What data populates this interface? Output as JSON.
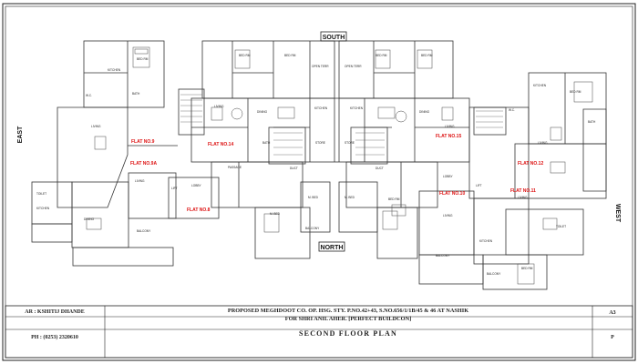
{
  "title_block": {
    "architect": "AR : KSHITIJ DHANDE",
    "phone": "PH : (0253) 2320610",
    "project_line1": "PROPOSED MEGHDOOT CO. OP. HSG. STY. P.NO.42+43, S.NO.656/1/1B/45 & 46 AT NASHIK",
    "project_line2": "FOR SHRI ANIL AHER. [PERFECT BUILDCON]",
    "sheet_title": "SECOND FLOOR PLAN",
    "sheet_size": "A3",
    "sheet_code": "P"
  },
  "directions": {
    "south": "SOUTH",
    "north": "NORTH",
    "east": "EAST",
    "west": "WEST"
  },
  "flat_labels": {
    "f9": "FLAT NO.9",
    "f9a": "FLAT NO.9A",
    "f8": "FLAT NO.8",
    "f14": "FLAT NO.14",
    "f15": "FLAT NO.15",
    "f10": "FLAT NO.10",
    "f11": "FLAT NO.11",
    "f12": "FLAT NO.12"
  },
  "rooms": {
    "bed_rm": "BED RM",
    "kitchen": "KITCHEN",
    "living": "LIVING",
    "dining": "DINING",
    "bath": "BATH",
    "toilet": "TOILET",
    "wc": "W.C.",
    "balcony": "BALCONY",
    "lobby": "LOBBY",
    "lift": "LIFT",
    "duct": "DUCT",
    "store": "STORE",
    "m_bed": "M. BED",
    "open_terrace": "OPEN TERR",
    "passage": "PASSAGE"
  },
  "colors": {
    "line": "#222222",
    "flat_label": "#dd1111"
  }
}
